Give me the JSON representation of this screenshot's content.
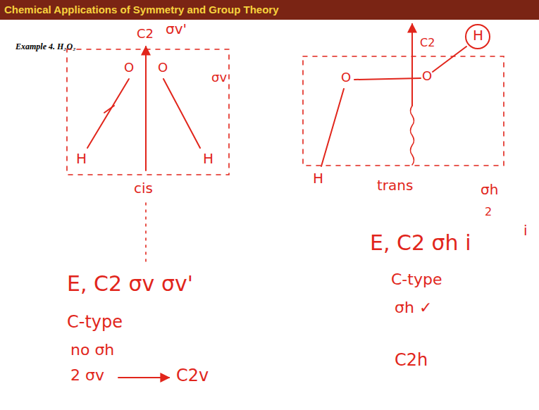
{
  "diagram": {
    "title": "Chemical Applications of Symmetry and Group Theory",
    "labels": [
      "Example 4. H₂O₂",
      "σv'",
      "C2",
      "O",
      "O",
      "H",
      "H",
      "σv",
      "cis",
      "E, C2 σv σv'",
      "C-type",
      "no σh",
      "2 σv",
      "C2v",
      "H",
      "trans",
      "O",
      "O",
      "H",
      "C2",
      "σh",
      "2",
      "i",
      "E, C2 σh i",
      "C-type",
      "σh ✓",
      "C2h"
    ]
  }
}
